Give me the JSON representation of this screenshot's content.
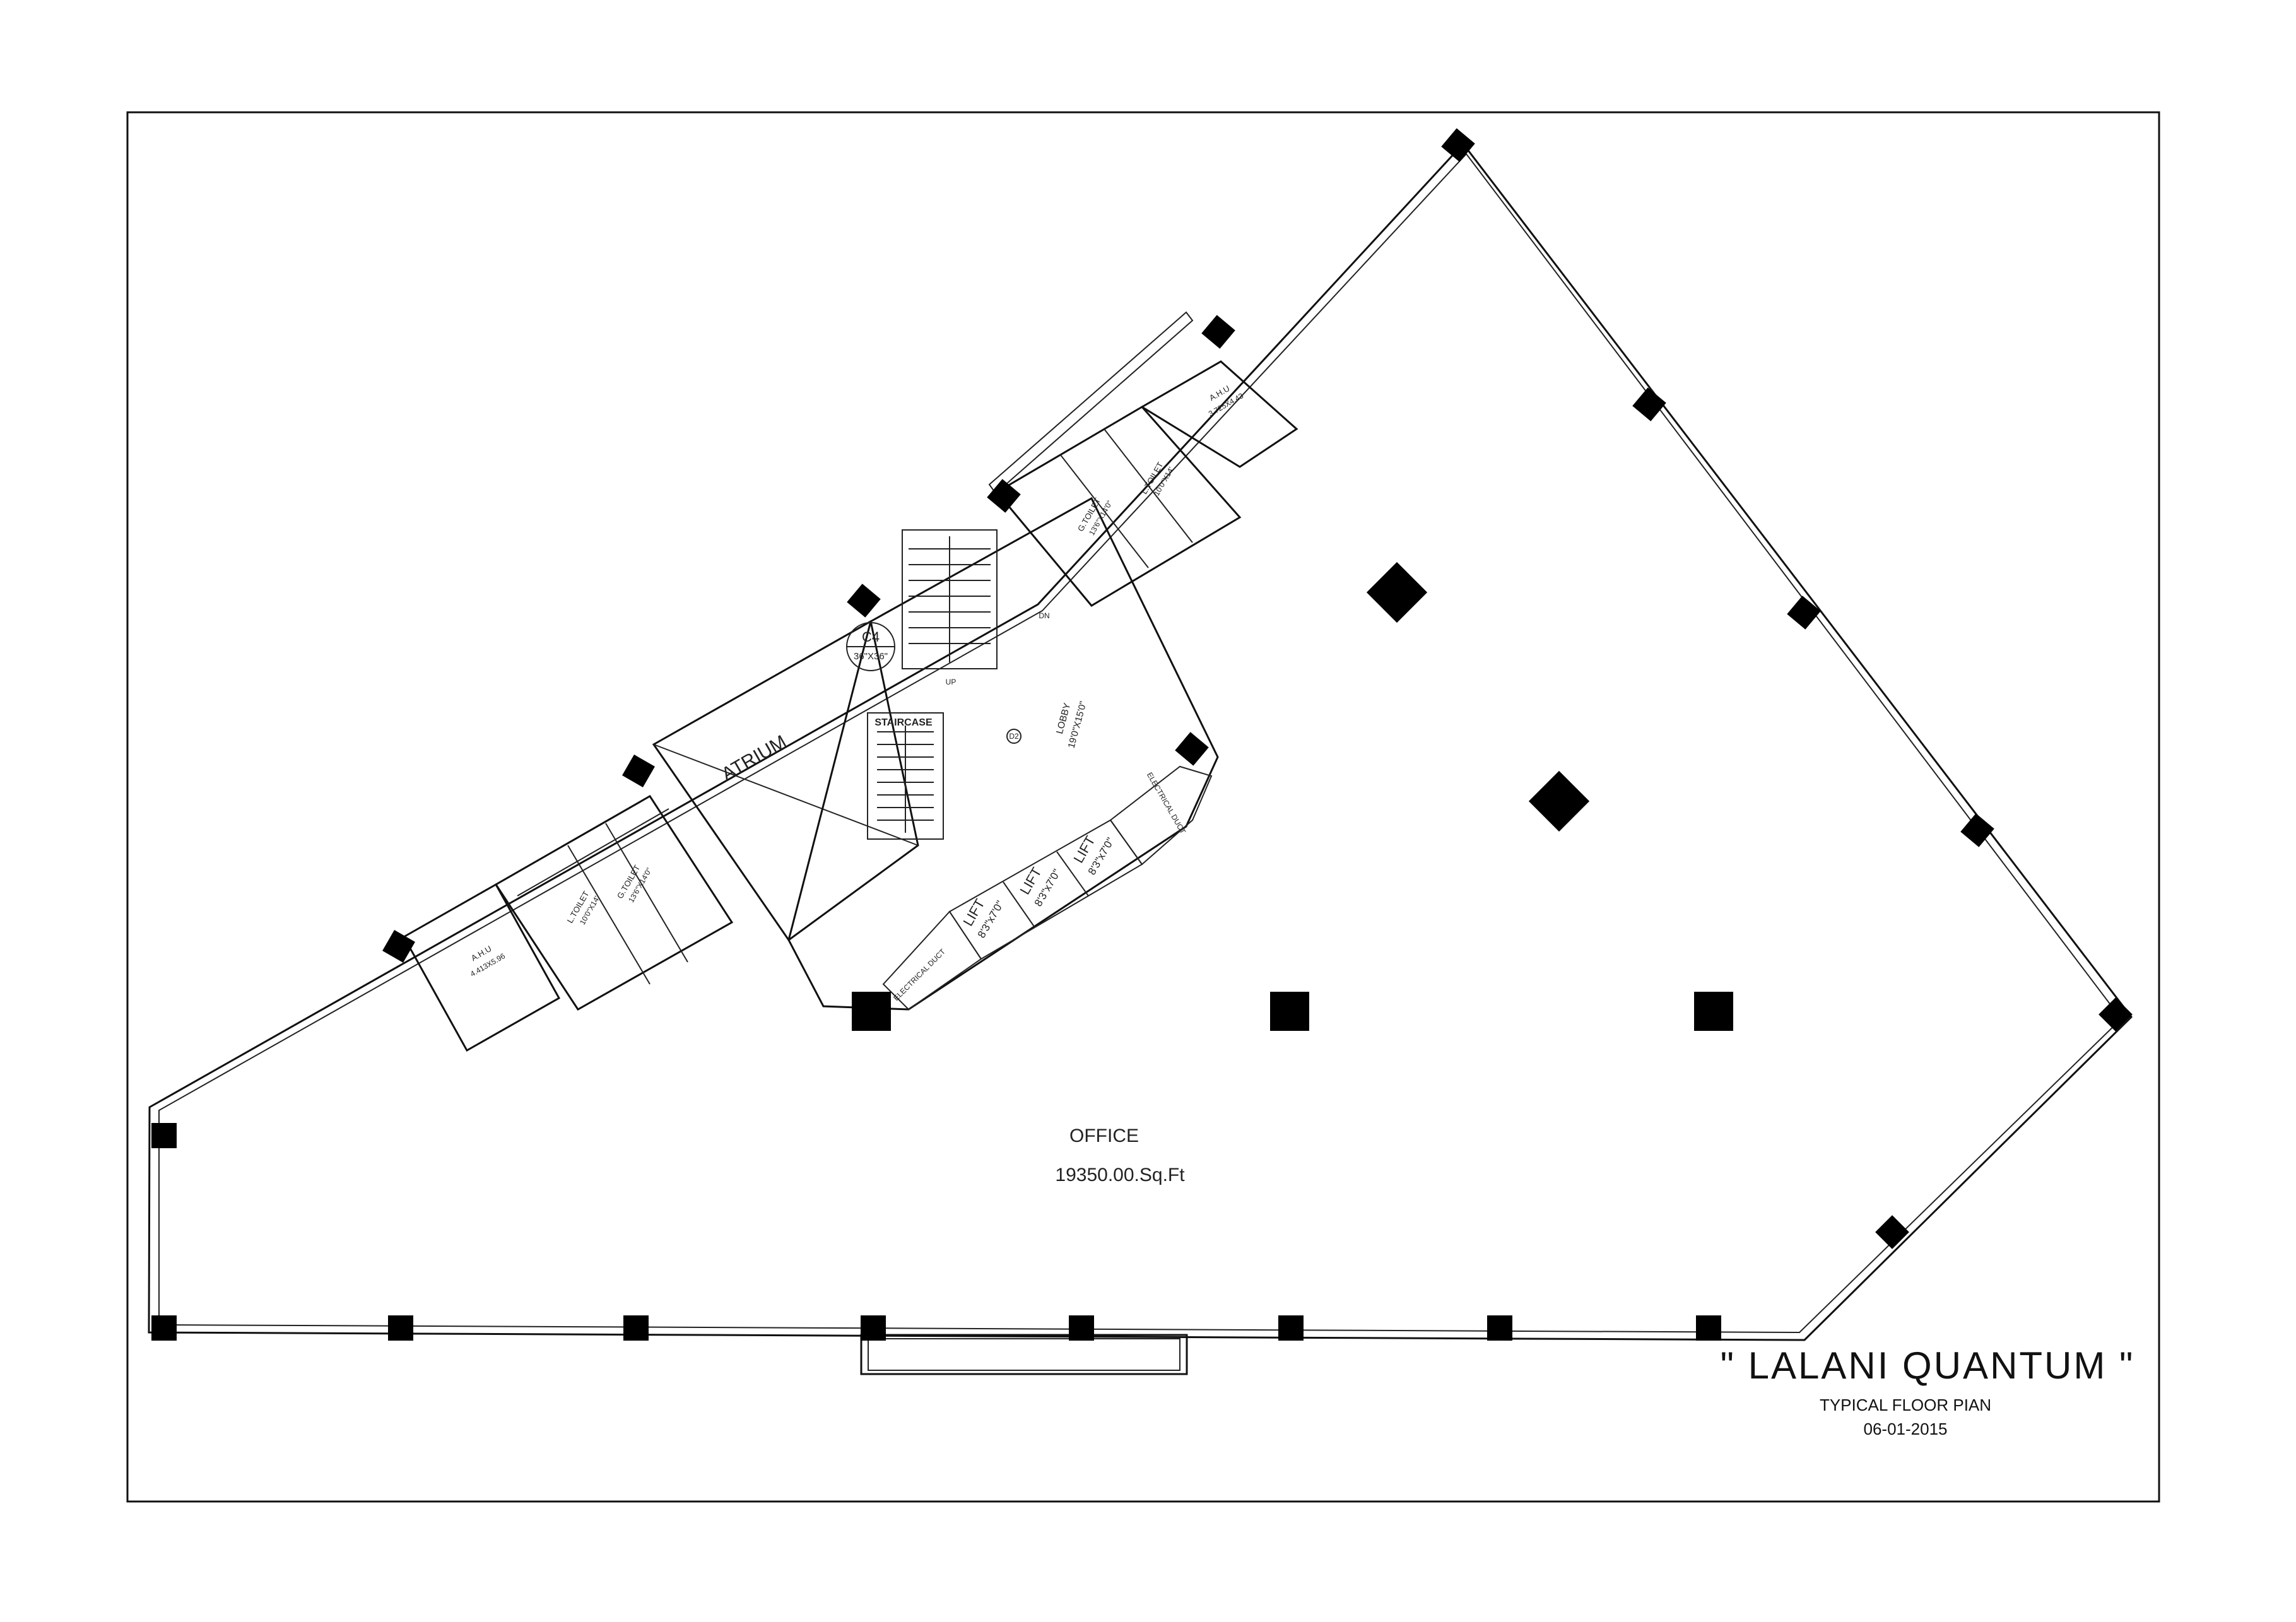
{
  "title_block": {
    "project": "\" LALANI QUANTUM \"",
    "drawing": "TYPICAL FLOOR PIAN",
    "date": "06-01-2015"
  },
  "office": {
    "label": "OFFICE",
    "area": "19350.00.Sq.Ft"
  },
  "rooms": {
    "atrium": "ATRIUM",
    "staircase": "STAIRCASE",
    "lobby": "LOBBY",
    "lobby_size": "19'0\"X15'0\"",
    "column_tag": "C4",
    "column_size": "36\"X36\"",
    "up": "UP",
    "dn": "DN",
    "d2": "D2",
    "ahu_left": "A.H.U",
    "ahu_left_size": "4.413X5.96",
    "ahu_right": "A.H.U",
    "ahu_right_size": "3.725X4.43",
    "l_toilet": "L.TOILET",
    "l_toilet_size": "10'0\"X14'",
    "g_toilet": "G.TOILET",
    "g_toilet_size": "13'6\"X14'0\"",
    "l_toilet_r": "L.TOILET",
    "l_toilet_r_size": "10'0\"X14'",
    "g_toilet_r": "G.TOILET",
    "g_toilet_r_size": "13'6\"X14'0\"",
    "elec_duct_left": "ELECTRICAL DUCT",
    "elec_duct_right": "ELECTRICAL DUCT",
    "lift": "LIFT",
    "lift_size": "8'3\"x7'0\""
  }
}
